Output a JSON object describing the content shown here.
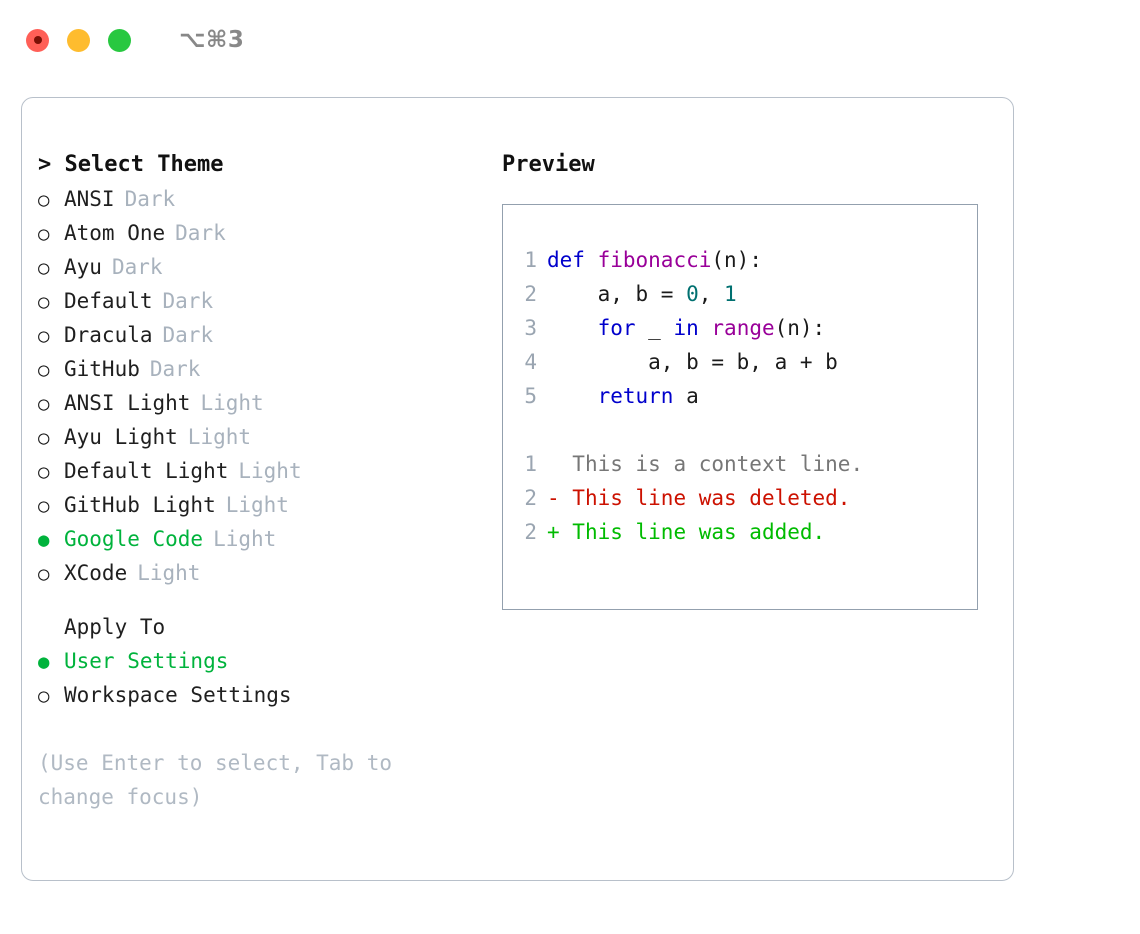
{
  "window": {
    "title": "⌥⌘3",
    "traffic_lights": [
      "close",
      "minimize",
      "maximize"
    ],
    "colors": {
      "close": "#ff5f57",
      "minimize": "#febc2e",
      "maximize": "#28c840",
      "accent_green": "#00b33c",
      "muted": "#a8b2bd",
      "panel_border": "#b8c0ca",
      "preview_border": "#93a0ae"
    }
  },
  "theme_picker": {
    "header_prompt": "> ",
    "header": "Select Theme",
    "marker_selected": "●",
    "marker_unselected": "○",
    "items": [
      {
        "label": "ANSI",
        "tag": "Dark",
        "selected": false
      },
      {
        "label": "Atom One",
        "tag": "Dark",
        "selected": false
      },
      {
        "label": "Ayu",
        "tag": "Dark",
        "selected": false
      },
      {
        "label": "Default",
        "tag": "Dark",
        "selected": false
      },
      {
        "label": "Dracula",
        "tag": "Dark",
        "selected": false
      },
      {
        "label": "GitHub",
        "tag": "Dark",
        "selected": false
      },
      {
        "label": "ANSI Light",
        "tag": "Light",
        "selected": false
      },
      {
        "label": "Ayu Light",
        "tag": "Light",
        "selected": false
      },
      {
        "label": "Default Light",
        "tag": "Light",
        "selected": false
      },
      {
        "label": "GitHub Light",
        "tag": "Light",
        "selected": false
      },
      {
        "label": "Google Code",
        "tag": "Light",
        "selected": true
      },
      {
        "label": "XCode",
        "tag": "Light",
        "selected": false
      }
    ]
  },
  "apply_to": {
    "header": "Apply To",
    "items": [
      {
        "label": "User Settings",
        "selected": true
      },
      {
        "label": "Workspace Settings",
        "selected": false
      }
    ]
  },
  "hint": "(Use Enter to select, Tab to change focus)",
  "preview": {
    "title": "Preview",
    "code_lines": [
      {
        "num": "1",
        "tokens": [
          {
            "t": "def",
            "c": "kw"
          },
          {
            "t": " ",
            "c": "plain"
          },
          {
            "t": "fibonacci",
            "c": "fn"
          },
          {
            "t": "(n):",
            "c": "plain"
          }
        ]
      },
      {
        "num": "2",
        "tokens": [
          {
            "t": "    a, b = ",
            "c": "plain"
          },
          {
            "t": "0",
            "c": "num"
          },
          {
            "t": ", ",
            "c": "plain"
          },
          {
            "t": "1",
            "c": "num"
          }
        ]
      },
      {
        "num": "3",
        "tokens": [
          {
            "t": "    ",
            "c": "plain"
          },
          {
            "t": "for",
            "c": "kw"
          },
          {
            "t": " _ ",
            "c": "plain"
          },
          {
            "t": "in",
            "c": "kw"
          },
          {
            "t": " ",
            "c": "plain"
          },
          {
            "t": "range",
            "c": "fn"
          },
          {
            "t": "(n):",
            "c": "plain"
          }
        ]
      },
      {
        "num": "4",
        "tokens": [
          {
            "t": "        a, b = b, a + b",
            "c": "plain"
          }
        ]
      },
      {
        "num": "5",
        "tokens": [
          {
            "t": "    ",
            "c": "plain"
          },
          {
            "t": "return",
            "c": "kw"
          },
          {
            "t": " a",
            "c": "plain"
          }
        ]
      }
    ],
    "diff_lines": [
      {
        "num": "1",
        "sign": "  ",
        "text": "This is a context line.",
        "kind": "ctx"
      },
      {
        "num": "2",
        "sign": "- ",
        "text": "This line was deleted.",
        "kind": "del"
      },
      {
        "num": "2",
        "sign": "+ ",
        "text": "This line was added.",
        "kind": "add"
      }
    ]
  }
}
